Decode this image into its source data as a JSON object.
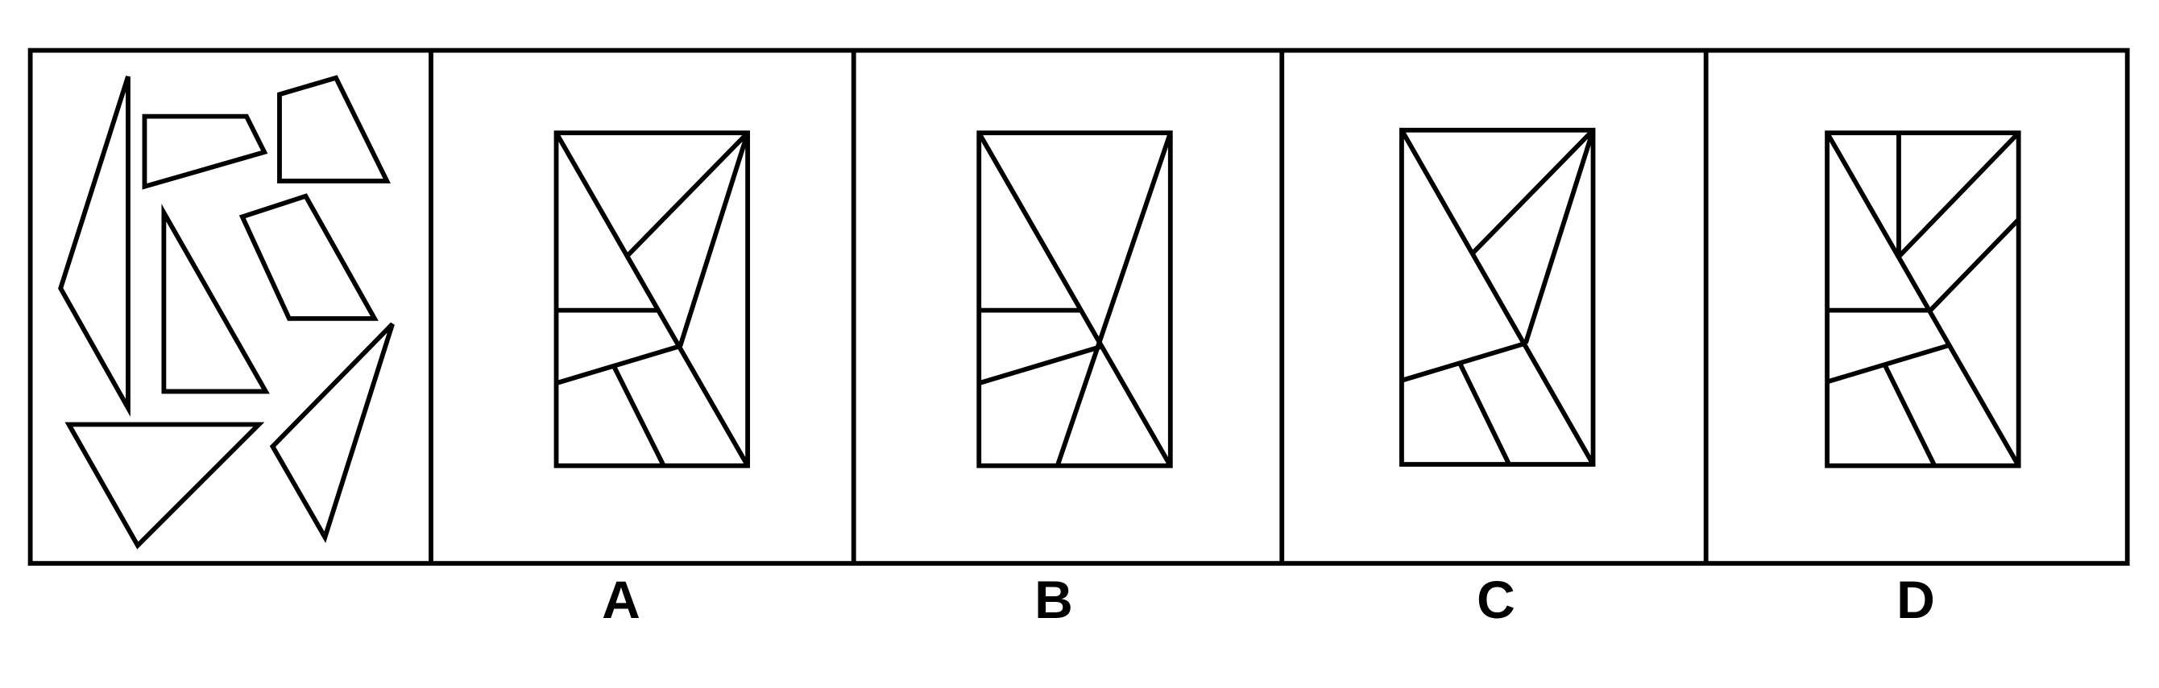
{
  "options": [
    {
      "id": "A",
      "label": "A"
    },
    {
      "id": "B",
      "label": "B"
    },
    {
      "id": "C",
      "label": "C"
    },
    {
      "id": "D",
      "label": "D"
    }
  ],
  "colors": {
    "line": "#000000",
    "background": "#ffffff"
  }
}
